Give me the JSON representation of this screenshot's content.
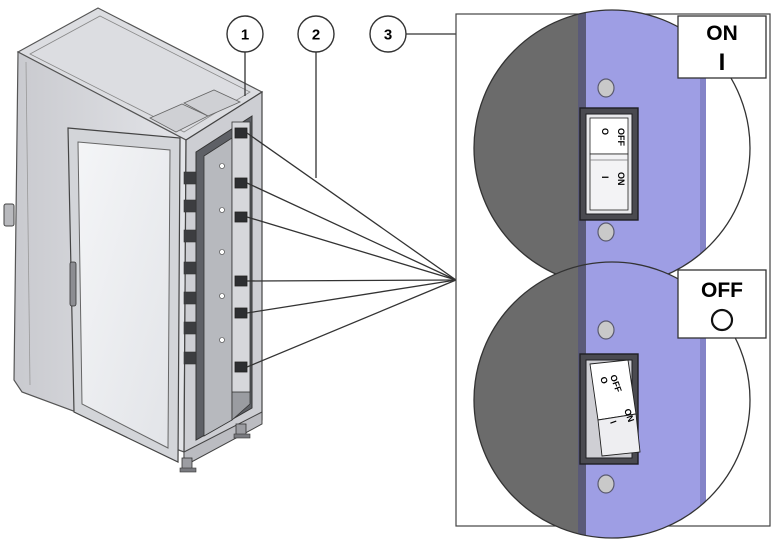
{
  "callouts": [
    {
      "number": "1"
    },
    {
      "number": "2"
    },
    {
      "number": "3"
    }
  ],
  "detail_on": {
    "sign_label": "ON",
    "sign_symbol": "I",
    "rocker_off": "OFF",
    "rocker_on": "ON",
    "rocker_o": "O",
    "rocker_i": "I"
  },
  "detail_off": {
    "sign_label": "OFF",
    "rocker_off": "OFF",
    "rocker_on": "ON",
    "rocker_o": "O",
    "rocker_i": "I"
  },
  "colors": {
    "panel_purple": "#9e9ee4",
    "panel_dark_gray": "#6b6b6b",
    "cabinet_gray": "#d9dade",
    "door_glass": "#eef0f2"
  }
}
